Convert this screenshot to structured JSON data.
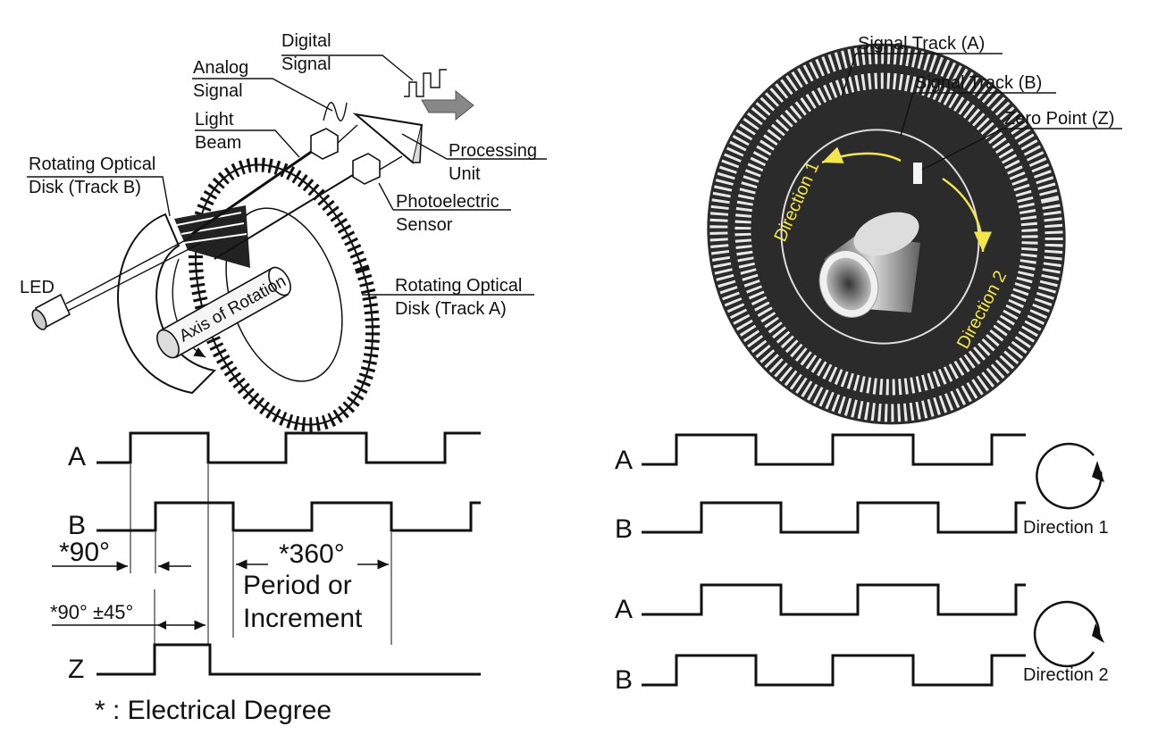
{
  "encoder_diagram": {
    "digital_signal": "Digital\nSignal",
    "analog_signal": "Analog\nSignal",
    "light_beam": "Light\nBeam",
    "processing_unit": "Processing\nUnit",
    "photoelectric_sensor": "Photoelectric\nSensor",
    "disk_track_b": "Rotating Optical\nDisk (Track B)",
    "disk_track_a": "Rotating Optical\nDisk (Track A)",
    "led": "LED",
    "axis": "Axis of Rotation"
  },
  "disk_diagram": {
    "signal_track_a": "Signal Track (A)",
    "signal_track_b": "Signal Track (B)",
    "zero_point": "Zero Point (Z)",
    "direction_1": "Direction 1",
    "direction_2": "Direction 2"
  },
  "timing_left": {
    "label_a": "A",
    "label_b": "B",
    "label_z": "Z",
    "phase_90": "*90°",
    "phase_90_tol": "*90° ±45°",
    "period_360": "*360°",
    "period_text": "Period or\nIncrement",
    "footnote": "* : Electrical Degree"
  },
  "timing_right": {
    "label_a1": "A",
    "label_b1": "B",
    "label_a2": "A",
    "label_b2": "B",
    "direction_1": "Direction 1",
    "direction_2": "Direction 2"
  },
  "colors": {
    "line": "#111111",
    "disk_dark": "#2b2b2b",
    "direction_text": "#f2e64a"
  }
}
